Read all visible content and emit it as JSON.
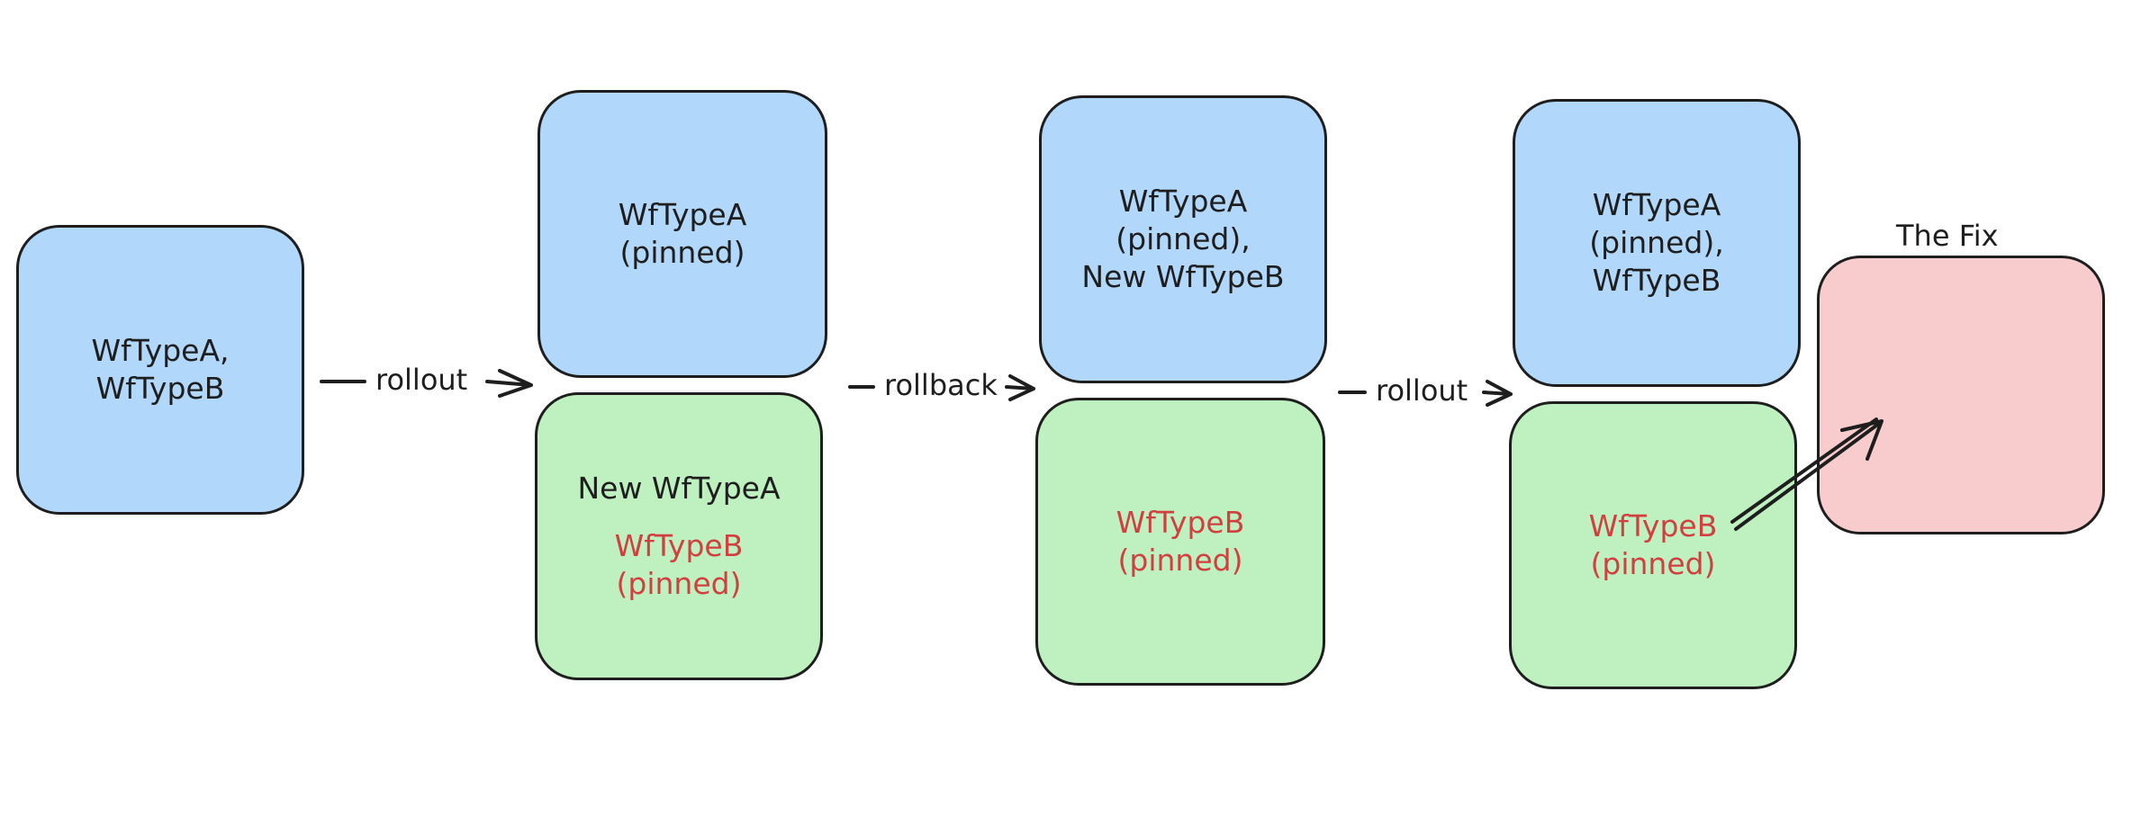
{
  "stage1": {
    "box": {
      "lines": [
        "WfTypeA,",
        "WfTypeB"
      ]
    }
  },
  "transition1": {
    "label": "rollout"
  },
  "stage2": {
    "top": {
      "lines": [
        "WfTypeA",
        "(pinned)"
      ]
    },
    "bottom": {
      "lines": [
        "New WfTypeA"
      ],
      "highlight_lines": [
        "WfTypeB",
        "(pinned)"
      ]
    }
  },
  "transition2": {
    "label": "rollback"
  },
  "stage3": {
    "top": {
      "lines": [
        "WfTypeA",
        "(pinned),",
        "New WfTypeB"
      ]
    },
    "bottom": {
      "highlight_lines": [
        "WfTypeB",
        "(pinned)"
      ]
    }
  },
  "transition3": {
    "label": "rollout"
  },
  "stage4": {
    "top": {
      "lines": [
        "WfTypeA",
        "(pinned),",
        "WfTypeB"
      ]
    },
    "bottom": {
      "highlight_lines": [
        "WfTypeB",
        "(pinned)"
      ]
    }
  },
  "fix": {
    "label": "The Fix"
  },
  "colors": {
    "blue_fill": "#b1d7fb",
    "green_fill": "#bff0c0",
    "pink_fill": "#f8cccd",
    "stroke": "#1e1e1e",
    "highlight_text": "#d23f3f"
  }
}
